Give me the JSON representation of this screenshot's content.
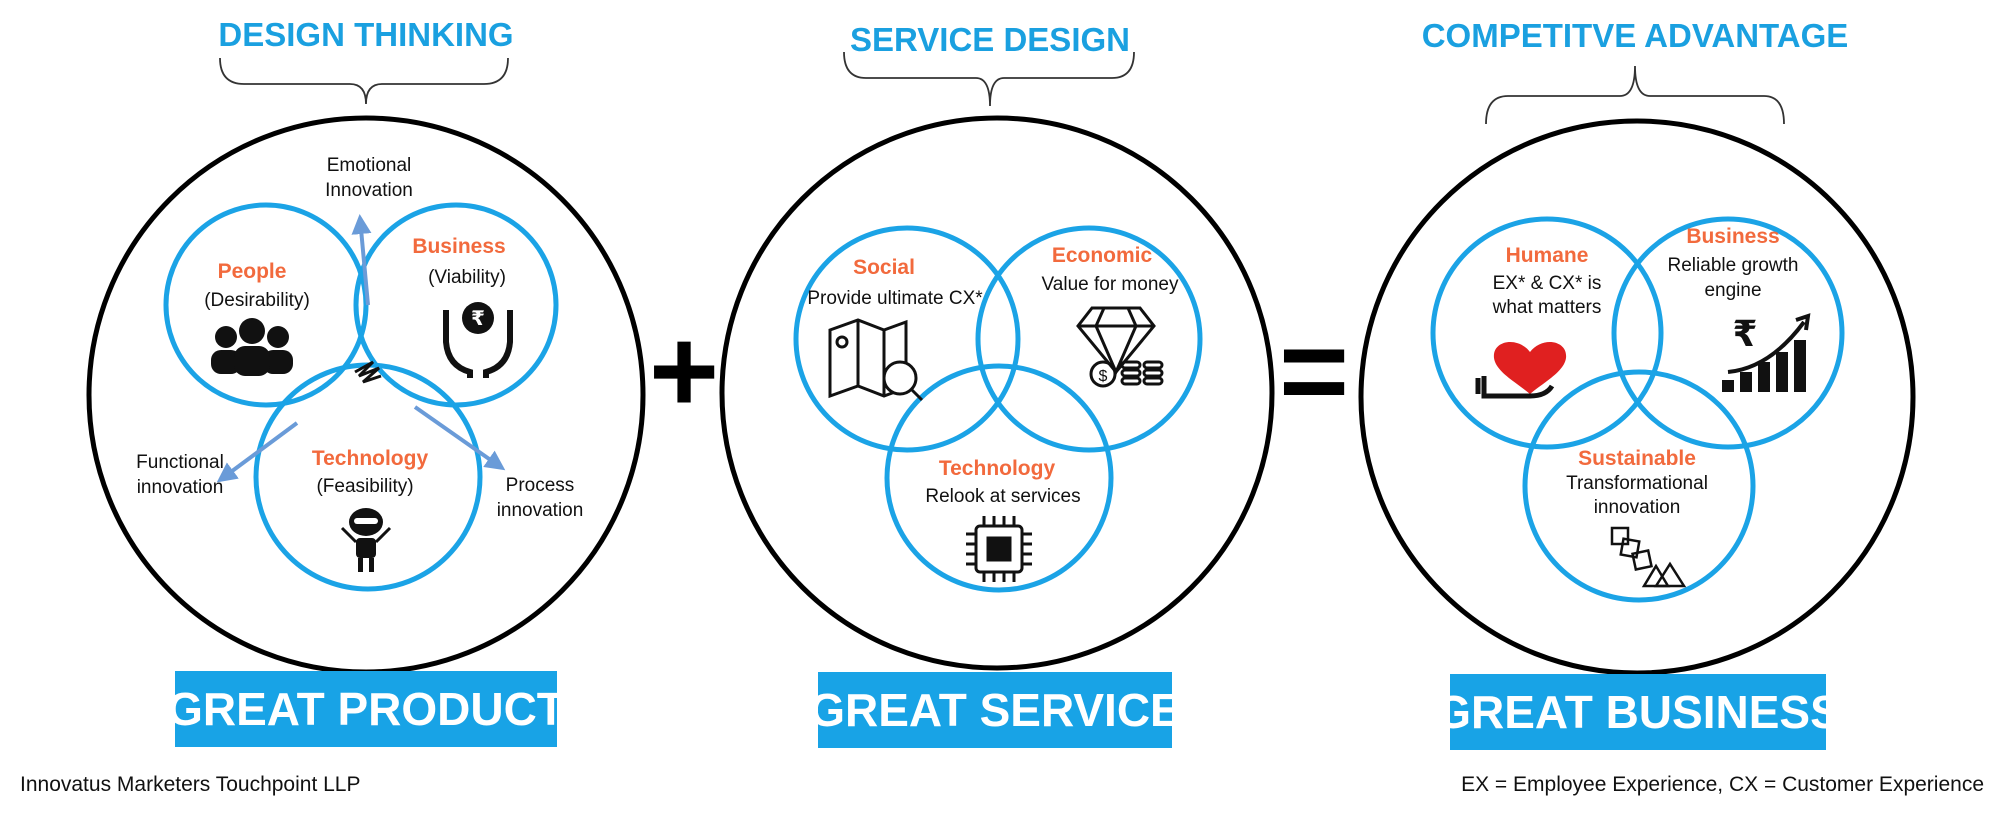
{
  "colors": {
    "accent_blue": "#1aa0e0",
    "circle_blue": "#1ba3e6",
    "label_orange": "#f26a3d",
    "banner_blue": "#18a3e6",
    "arrow_blue": "#6a9bd8"
  },
  "design_thinking": {
    "heading": "DESIGN THINKING",
    "people": {
      "title": "People",
      "sub": "(Desirability)",
      "icon": "people-group-icon"
    },
    "business": {
      "title": "Business",
      "sub": "(Viability)",
      "icon": "rupee-hands-icon"
    },
    "technology": {
      "title": "Technology",
      "sub": "(Feasibility)",
      "icon": "robot-icon"
    },
    "arrow_top": [
      "Emotional",
      "Innovation"
    ],
    "arrow_left": [
      "Functional",
      "innovation"
    ],
    "arrow_right": [
      "Process",
      "innovation"
    ],
    "banner": "GREAT PRODUCT"
  },
  "service_design": {
    "heading": "SERVICE DESIGN",
    "social": {
      "title": "Social",
      "sub": "Provide ultimate CX*",
      "icon": "map-search-icon"
    },
    "economic": {
      "title": "Economic",
      "sub": "Value for money",
      "icon": "diamond-coins-icon"
    },
    "technology": {
      "title": "Technology",
      "sub": "Relook at services",
      "icon": "chip-icon"
    },
    "banner": "GREAT SERVICE"
  },
  "competitive": {
    "heading": "COMPETITVE ADVANTAGE",
    "humane": {
      "title": "Humane",
      "sub": [
        "EX* & CX* is",
        "what matters"
      ],
      "icon": "heart-hand-icon"
    },
    "business": {
      "title": "Business",
      "sub": [
        "Reliable growth",
        "engine"
      ],
      "icon": "rupee-growth-icon"
    },
    "sustainable": {
      "title": "Sustainable",
      "sub": [
        "Transformational",
        "innovation"
      ],
      "icon": "blocks-icon"
    },
    "banner": "GREAT BUSINESS"
  },
  "plus_symbol": "+",
  "equals_symbol": "=",
  "footer_left": "Innovatus Marketers Touchpoint LLP",
  "footer_right": "EX = Employee Experience, CX = Customer Experience"
}
